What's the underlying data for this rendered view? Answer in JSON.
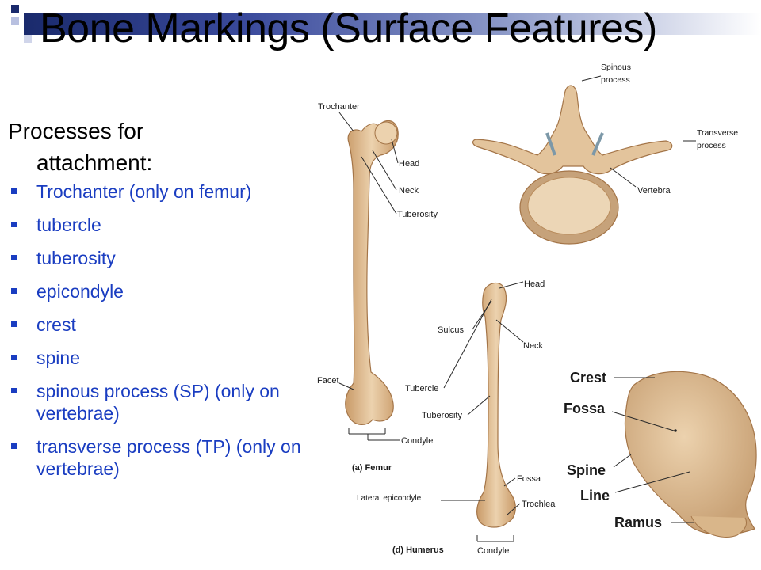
{
  "slide": {
    "title": "Bone Markings (Surface Features)",
    "intro_line1": "Processes for",
    "intro_line2": "attachment:",
    "bullets": [
      "Trochanter (only on femur)",
      "tubercle",
      "tuberosity",
      "epicondyle",
      "crest",
      "spine",
      "spinous process (SP) (only on vertebrae)",
      "transverse process (TP) (only on vertebrae)"
    ],
    "bullet_color": "#1a3dc1"
  },
  "femur": {
    "caption": "(a) Femur",
    "labels": {
      "trochanter": "Trochanter",
      "head": "Head",
      "neck": "Neck",
      "tuberosity": "Tuberosity",
      "facet": "Facet",
      "condyle": "Condyle"
    }
  },
  "vertebra": {
    "labels": {
      "spinous_line1": "Spinous",
      "spinous_line2": "process",
      "transverse_line1": "Transverse",
      "transverse_line2": "process",
      "vertebra": "Vertebra"
    }
  },
  "humerus": {
    "caption": "(d) Humerus",
    "labels": {
      "head": "Head",
      "sulcus": "Sulcus",
      "neck": "Neck",
      "tubercle": "Tubercle",
      "tuberosity": "Tuberosity",
      "fossa": "Fossa",
      "trochlea": "Trochlea",
      "lateral_epicondyle": "Lateral epicondyle",
      "condyle": "Condyle"
    }
  },
  "pelvis": {
    "labels": {
      "crest": "Crest",
      "fossa": "Fossa",
      "spine": "Spine",
      "line": "Line",
      "ramus": "Ramus"
    }
  },
  "colors": {
    "bone": "#e0bf97",
    "bone_dark": "#b98c5c",
    "title_bar": "#1a2a6c"
  }
}
